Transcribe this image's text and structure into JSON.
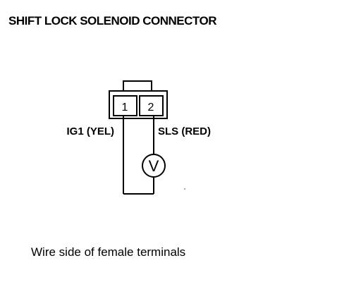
{
  "title": "SHIFT LOCK SOLENOID CONNECTOR",
  "connector": {
    "pins": [
      {
        "number": "1"
      },
      {
        "number": "2"
      }
    ]
  },
  "wires": [
    {
      "label": "IG1 (YEL)"
    },
    {
      "label": "SLS (RED)"
    }
  ],
  "meter": {
    "symbol": "V"
  },
  "caption": "Wire side of female terminals"
}
